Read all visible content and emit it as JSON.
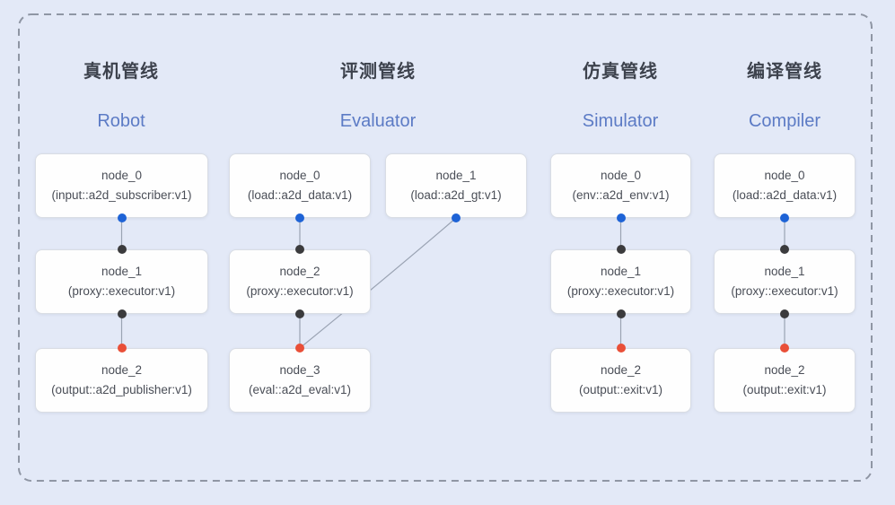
{
  "diagram": {
    "pipelines": [
      {
        "title_zh": "真机管线",
        "title_en": "Robot",
        "nodes": [
          {
            "name": "node_0",
            "type": "(input::a2d_subscriber:v1)"
          },
          {
            "name": "node_1",
            "type": "(proxy::executor:v1)"
          },
          {
            "name": "node_2",
            "type": "(output::a2d_publisher:v1)"
          }
        ]
      },
      {
        "title_zh": "评测管线",
        "title_en": "Evaluator",
        "nodes": [
          {
            "name": "node_0",
            "type": "(load::a2d_data:v1)"
          },
          {
            "name": "node_1",
            "type": "(load::a2d_gt:v1)"
          },
          {
            "name": "node_2",
            "type": "(proxy::executor:v1)"
          },
          {
            "name": "node_3",
            "type": "(eval::a2d_eval:v1)"
          }
        ]
      },
      {
        "title_zh": "仿真管线",
        "title_en": "Simulator",
        "nodes": [
          {
            "name": "node_0",
            "type": "(env::a2d_env:v1)"
          },
          {
            "name": "node_1",
            "type": "(proxy::executor:v1)"
          },
          {
            "name": "node_2",
            "type": "(output::exit:v1)"
          }
        ]
      },
      {
        "title_zh": "编译管线",
        "title_en": "Compiler",
        "nodes": [
          {
            "name": "node_0",
            "type": "(load::a2d_data:v1)"
          },
          {
            "name": "node_1",
            "type": "(proxy::executor:v1)"
          },
          {
            "name": "node_2",
            "type": "(output::exit:v1)"
          }
        ]
      }
    ],
    "connections": [
      {
        "from": "Robot.node_0",
        "to": "Robot.node_1"
      },
      {
        "from": "Robot.node_1",
        "to": "Robot.node_2"
      },
      {
        "from": "Evaluator.node_0",
        "to": "Evaluator.node_2"
      },
      {
        "from": "Evaluator.node_1",
        "to": "Evaluator.node_3"
      },
      {
        "from": "Evaluator.node_2",
        "to": "Evaluator.node_3"
      },
      {
        "from": "Simulator.node_0",
        "to": "Simulator.node_1"
      },
      {
        "from": "Simulator.node_1",
        "to": "Simulator.node_2"
      },
      {
        "from": "Compiler.node_0",
        "to": "Compiler.node_1"
      },
      {
        "from": "Compiler.node_1",
        "to": "Compiler.node_2"
      }
    ],
    "port_colors": {
      "input": "#1e63d6",
      "internal": "#3b3b3d",
      "output": "#e94f38"
    },
    "accent_colors": {
      "background": "#e3e9f7",
      "frame_dash": "#8f96a4",
      "edge_line": "#9aa3b3",
      "title_en": "#5c7bc5"
    }
  }
}
